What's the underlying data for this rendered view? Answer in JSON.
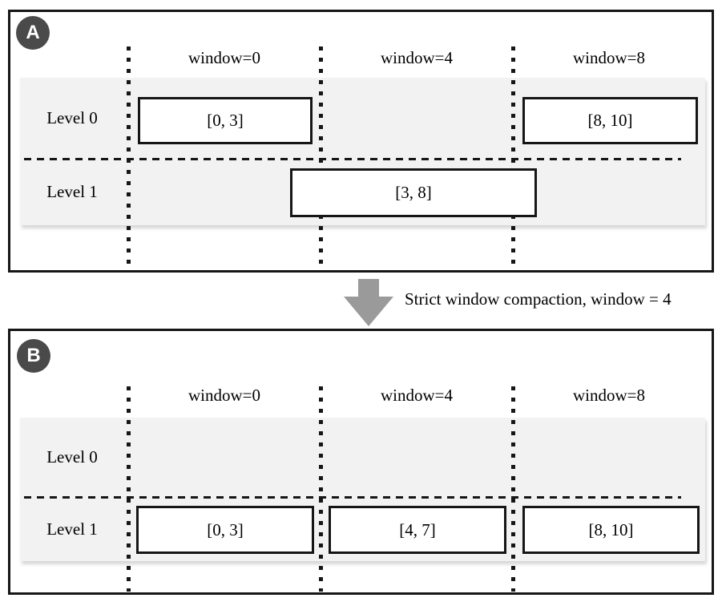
{
  "figure": {
    "panel_a": {
      "badge": "A",
      "columns": [
        {
          "label": "window=0"
        },
        {
          "label": "window=4"
        },
        {
          "label": "window=8"
        }
      ],
      "rows": [
        {
          "label": "Level 0"
        },
        {
          "label": "Level 1"
        }
      ],
      "boxes": [
        {
          "label": "[0, 3]",
          "level": "Level 0",
          "window": "window=0"
        },
        {
          "label": "[8, 10]",
          "level": "Level 0",
          "window": "window=8"
        },
        {
          "label": "[3, 8]",
          "level": "Level 1",
          "window": "window=4"
        }
      ]
    },
    "transition": {
      "label": "Strict window compaction, window = 4"
    },
    "panel_b": {
      "badge": "B",
      "columns": [
        {
          "label": "window=0"
        },
        {
          "label": "window=4"
        },
        {
          "label": "window=8"
        }
      ],
      "rows": [
        {
          "label": "Level 0"
        },
        {
          "label": "Level 1"
        }
      ],
      "boxes": [
        {
          "label": "[0, 3]",
          "level": "Level 1",
          "window": "window=0"
        },
        {
          "label": "[4, 7]",
          "level": "Level 1",
          "window": "window=4"
        },
        {
          "label": "[8, 10]",
          "level": "Level 1",
          "window": "window=8"
        }
      ]
    },
    "colors": {
      "badge_bg": "#4a4a4a",
      "row_bg": "#f2f2f2",
      "arrow": "#9a9a9a",
      "line": "#161616"
    },
    "icons": [
      {
        "name": "down-arrow-icon",
        "glyph": "filled-block-arrow-down"
      }
    ]
  }
}
